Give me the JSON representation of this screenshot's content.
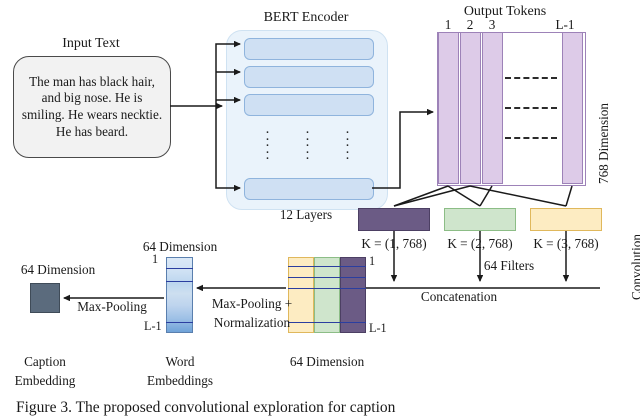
{
  "figure": {
    "caption": "Figure 3. The proposed convolutional exploration for caption"
  },
  "input": {
    "title": "Input Text",
    "text": "The man has black hair, and big nose. He is smiling. He wears necktie. He has beard."
  },
  "bert": {
    "title": "BERT Encoder",
    "layers_label": "12 Layers",
    "layer_count": 4,
    "vdots": "· · · · ·"
  },
  "tokens": {
    "title": "Output Tokens",
    "indices": [
      "1",
      "2",
      "3",
      "L-1"
    ],
    "dimension_label": "768 Dimension"
  },
  "convolution": {
    "vertical_label": "Convolution",
    "filters_label": "64 Filters",
    "kernels": [
      {
        "label": "K = (1, 768)",
        "color": "#6b5b85"
      },
      {
        "label": "K = (2, 768)",
        "color": "#cfe5cc"
      },
      {
        "label": "K = (3, 768)",
        "color": "#fdecc2"
      }
    ]
  },
  "concatenation": {
    "label": "Concatenation",
    "dimension_label": "64 Dimension",
    "row_top": "1",
    "row_bottom": "L-1"
  },
  "word_embeddings": {
    "title": "Word\nEmbeddings",
    "title_line1": "Word",
    "title_line2": "Embeddings",
    "dimension_label": "64 Dimension",
    "row_top": "1",
    "row_bottom": "L-1",
    "op_line1": "Max-Pooling +",
    "op_line2": "Normalization"
  },
  "caption_embedding": {
    "title_line1": "Caption",
    "title_line2": "Embedding",
    "dimension_label": "64 Dimension",
    "op_label": "Max-Pooling",
    "color": "#5b6b7d"
  }
}
